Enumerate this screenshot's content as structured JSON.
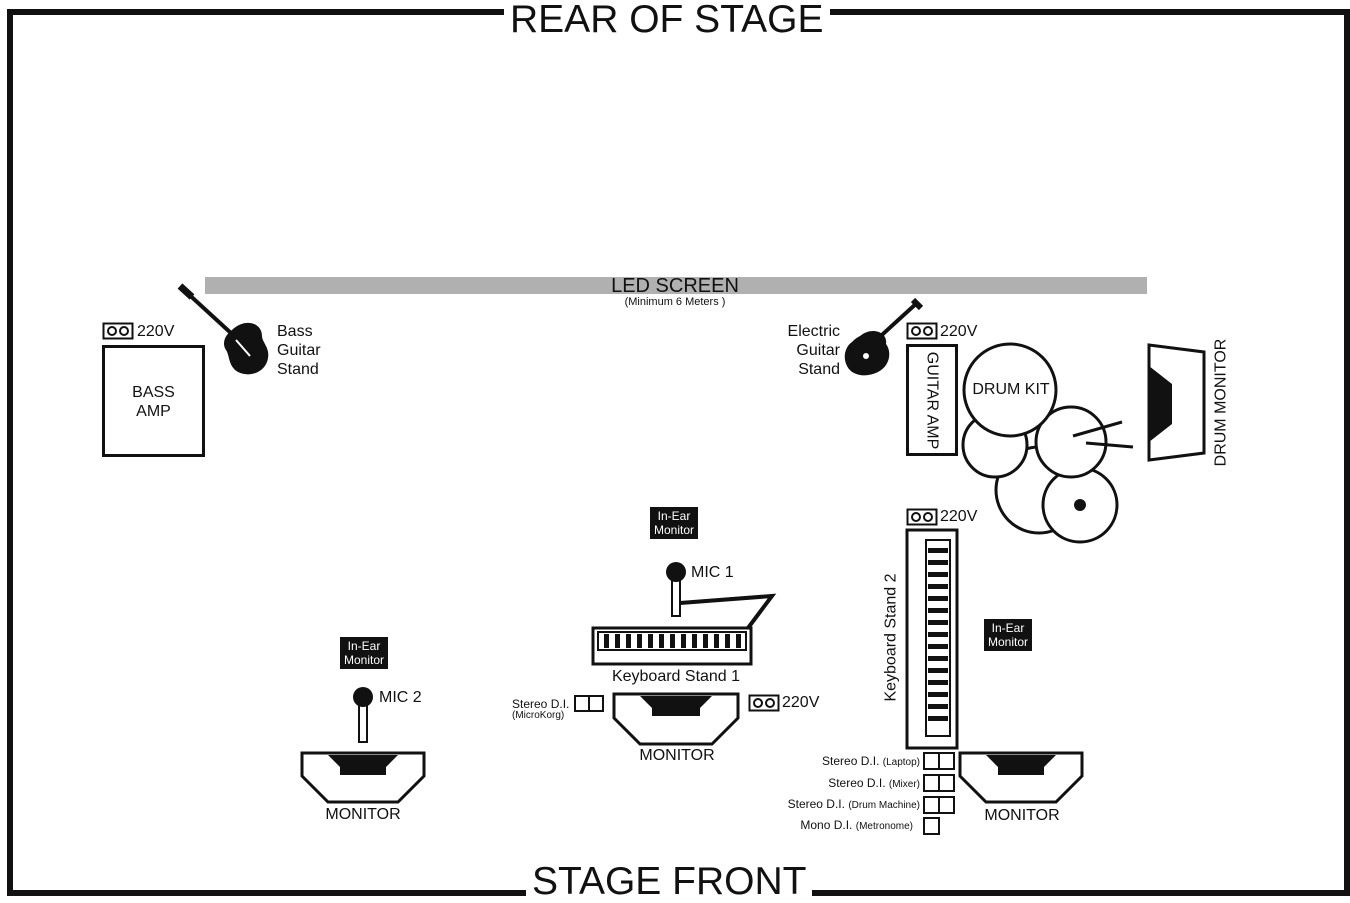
{
  "stage": {
    "rear_title": "REAR OF STAGE",
    "front_title": "STAGE FRONT"
  },
  "led": {
    "label": "LED SCREEN",
    "sub": "(Minimum 6 Meters )",
    "color": "#b0b0b0"
  },
  "power": {
    "label": "220V"
  },
  "bass": {
    "amp_line1": "BASS",
    "amp_line2": "AMP",
    "stand_line1": "Bass",
    "stand_line2": "Guitar",
    "stand_line3": "Stand"
  },
  "guitar": {
    "stand_line1": "Electric",
    "stand_line2": "Guitar",
    "stand_line3": "Stand",
    "amp": "GUITAR AMP"
  },
  "drums": {
    "kit": "DRUM KIT",
    "monitor": "DRUM MONITOR"
  },
  "in_ear": {
    "line1": "In-Ear",
    "line2": "Monitor"
  },
  "mics": {
    "mic1": "MIC 1",
    "mic2": "MIC 2"
  },
  "keyboards": {
    "stand1": "Keyboard Stand 1",
    "stand2": "Keyboard Stand 2"
  },
  "monitor": {
    "label": "MONITOR"
  },
  "di": {
    "microkorg_main": "Stereo D.I.",
    "microkorg_sub": "(MicroKorg)",
    "laptop_main": "Stereo D.I.",
    "laptop_sub": "(Laptop)",
    "mixer_main": "Stereo D.I.",
    "mixer_sub": "(Mixer)",
    "drum_machine_main": "Stereo D.I.",
    "drum_machine_sub": "(Drum Machine)",
    "metronome_main": "Mono D.I.",
    "metronome_sub": "(Metronome)"
  }
}
